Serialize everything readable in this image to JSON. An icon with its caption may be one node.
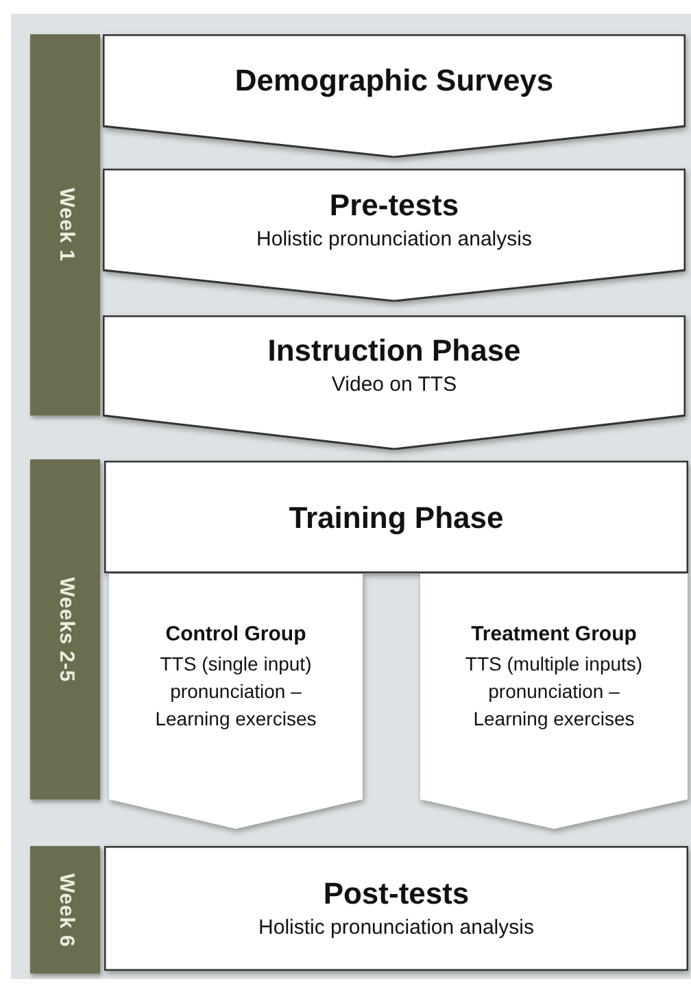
{
  "diagram": {
    "nodes": [
      {
        "text": [
          "Week 1"
        ]
      },
      {
        "text": [
          "Demographic Surveys"
        ]
      },
      {
        "text": [
          "Pre-tests",
          "Holistic pronunciation analysis"
        ]
      },
      {
        "text": [
          "Instruction Phase",
          "Video on TTS"
        ]
      },
      {
        "text": [
          "Weeks 2-5"
        ]
      },
      {
        "text": [
          "Training Phase"
        ]
      },
      {
        "text": [
          "Control Group",
          "TTS (single input) pronunciation – Learning exercises"
        ]
      },
      {
        "text": [
          "Treatment Group",
          "TTS (multiple inputs) pronunciation – Learning exercises"
        ]
      },
      {
        "text": [
          "Week 6"
        ]
      },
      {
        "text": [
          "Post-tests",
          "Holistic pronunciation analysis"
        ]
      }
    ]
  }
}
